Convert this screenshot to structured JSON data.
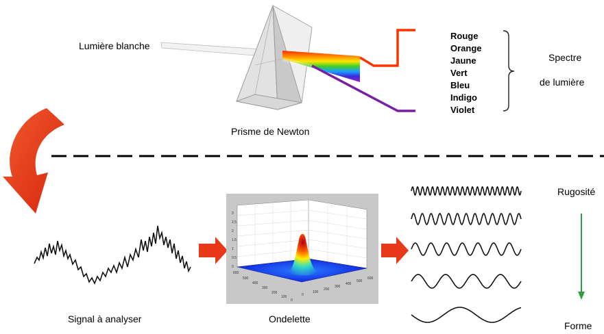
{
  "top": {
    "white_light_label": "Lumière blanche",
    "prism_label": "Prisme de Newton",
    "spectrum_colors": [
      "Rouge",
      "Orange",
      "Jaune",
      "Vert",
      "Bleu",
      "Indigo",
      "Violet"
    ],
    "spectrum_label_line1": "Spectre",
    "spectrum_label_line2": "de lumière"
  },
  "bottom": {
    "signal_label": "Signal à analyser",
    "wavelet_label": "Ondelette",
    "roughness_label": "Rugosité",
    "form_label": "Forme",
    "wavelet_plot": {
      "z_ticks": [
        "3",
        "2.5",
        "2",
        "1.5",
        "1",
        "0.5",
        "0"
      ],
      "x_ticks": [
        "600",
        "500",
        "400",
        "300",
        "200",
        "100",
        "0"
      ],
      "y_ticks": [
        "0",
        "100",
        "200",
        "300",
        "400",
        "500",
        "600"
      ]
    }
  },
  "colors": {
    "arrow_red": "#e8391b",
    "roughness_arrow": "#2e9e3a",
    "dashed_line": "#000000",
    "red_beam": "#ff3300",
    "violet_beam": "#7a1fa2"
  }
}
